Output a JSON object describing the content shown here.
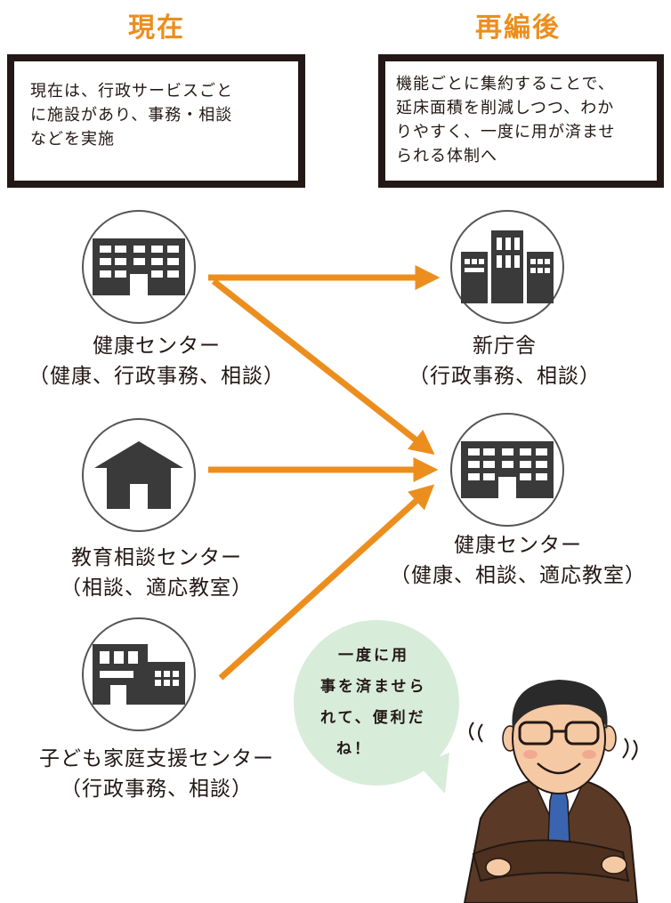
{
  "headings": {
    "current": "現在",
    "after": "再編後"
  },
  "boxes": {
    "current": [
      "現在は、行政サービスごと",
      "に施設があり、事務・相談",
      "などを実施"
    ],
    "after": [
      "機能ごとに集約することで、",
      "延床面積を削減しつつ、わか",
      "りやすく、一度に用が済ませ",
      "られる体制へ"
    ]
  },
  "current_facilities": [
    {
      "icon": "office-building-icon",
      "name": "健康センター",
      "functions": "（健康、行政事務、相談）"
    },
    {
      "icon": "house-icon",
      "name": "教育相談センター",
      "functions": "（相談、適応教室）"
    },
    {
      "icon": "small-building-icon",
      "name": "子ども家庭支援センター",
      "functions": "（行政事務、相談）"
    }
  ],
  "after_facilities": [
    {
      "icon": "city-hall-icon",
      "name": "新庁舎",
      "functions": "（行政事務、相談）"
    },
    {
      "icon": "office-building-icon",
      "name": "健康センター",
      "functions": "（健康、相談、適応教室）"
    }
  ],
  "bubble": {
    "lines": [
      "一度に用",
      "事を済ませら",
      "れて、便利だ",
      "ね！"
    ]
  },
  "colors": {
    "accent": "#ec8e1e",
    "ink": "#231815",
    "bubble": "#d7ecd9",
    "suit": "#5a3a26",
    "tie": "#3b64b0"
  }
}
